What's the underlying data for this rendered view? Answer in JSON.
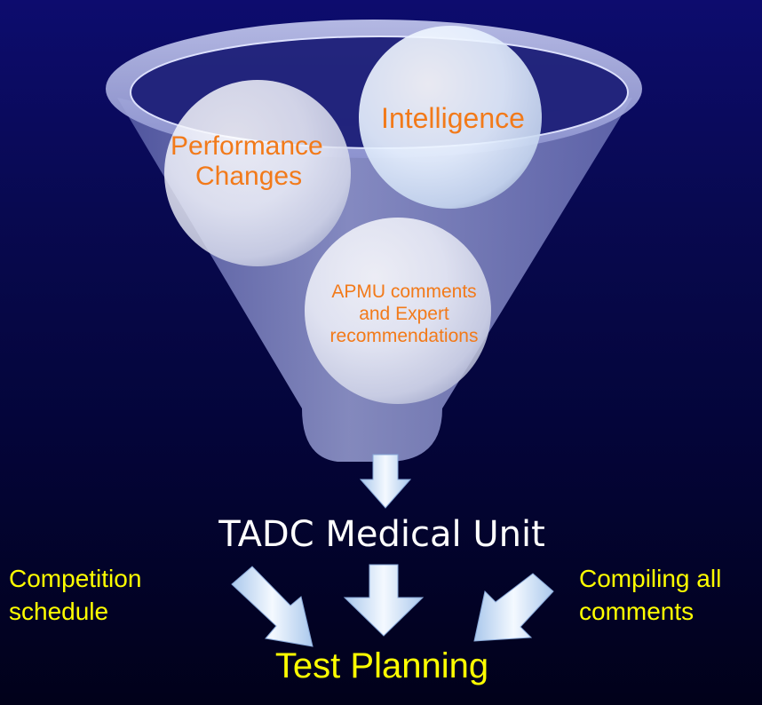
{
  "funnel": {
    "circles": {
      "intelligence": "Intelligence",
      "performance_line1": "Performance",
      "performance_line2": "Changes",
      "apmu_line1": "APMU comments",
      "apmu_line2": "and Expert",
      "apmu_line3": "recommendations"
    }
  },
  "unit": "TADC Medical Unit",
  "inputs": {
    "left_line1": "Competition",
    "left_line2": "schedule",
    "right_line1": "Compiling all",
    "right_line2": "comments"
  },
  "output": "Test Planning",
  "colors": {
    "background": "#080950",
    "circle_text": "#f27a1a",
    "input_text": "#ffff00",
    "unit_text": "#ffffff"
  }
}
